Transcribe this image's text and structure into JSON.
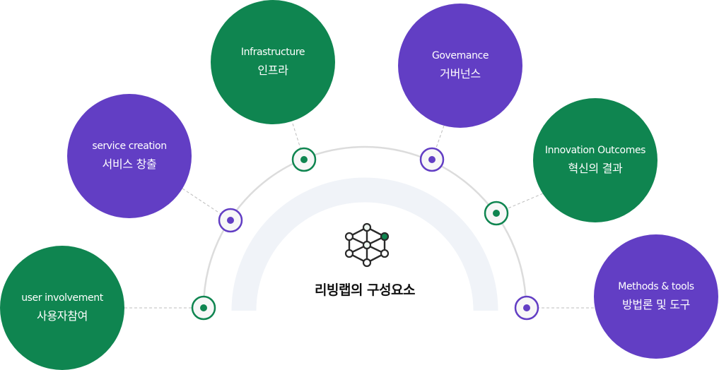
{
  "colors": {
    "green": "#0f8550",
    "purple": "#623ec4",
    "arc": "#dcdcdc",
    "band": "#f0f3f8",
    "connector": "#bdbdbd",
    "node_fill": "#f7f7f7",
    "title": "#111111"
  },
  "center": {
    "title": "리빙랩의 구성요소",
    "icon": "network-cube-icon"
  },
  "components": [
    {
      "id": "user-involvement",
      "en": "user involvement",
      "ko": "사용자참여",
      "color": "green"
    },
    {
      "id": "service-creation",
      "en": "service creation",
      "ko": "서비스 창출",
      "color": "purple"
    },
    {
      "id": "infrastructure",
      "en": "Infrastructure",
      "ko": "인프라",
      "color": "green"
    },
    {
      "id": "governance",
      "en": "Govemance",
      "ko": "거버넌스",
      "color": "purple"
    },
    {
      "id": "innovation-outcomes",
      "en": "Innovation Outcomes",
      "ko": "혁신의 결과",
      "color": "green"
    },
    {
      "id": "methods-tools",
      "en": "Methods & tools",
      "ko": "방법론 및 도구",
      "color": "purple"
    }
  ]
}
